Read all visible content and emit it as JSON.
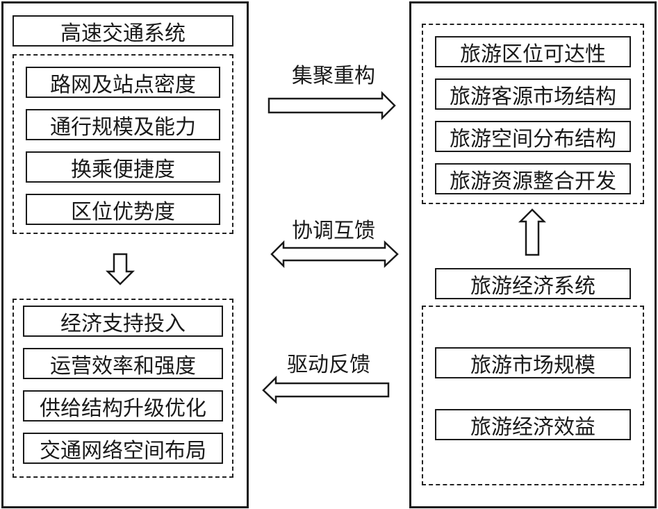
{
  "left_system": {
    "title": "高速交通系统",
    "factors_top": [
      "路网及站点密度",
      "通行规模及能力",
      "换乘便捷度",
      "区位优势度"
    ],
    "factors_bottom": [
      "经济支持投入",
      "运营效率和强度",
      "供给结构升级优化",
      "交通网络空间布局"
    ],
    "internal_arrow_icon": "arrow-down-icon"
  },
  "right_system": {
    "title": "旅游经济系统",
    "factors_top": [
      "旅游区位可达性",
      "旅游客源市场结构",
      "旅游空间分布结构",
      "旅游资源整合开发"
    ],
    "factors_bottom": [
      "旅游市场规模",
      "旅游经济效益"
    ],
    "internal_arrow_icon": "arrow-up-icon"
  },
  "relations": [
    {
      "label": "集聚重构",
      "direction": "right",
      "icon": "arrow-right-icon"
    },
    {
      "label": "协调互馈",
      "direction": "both",
      "icon": "arrow-left-right-icon"
    },
    {
      "label": "驱动反馈",
      "direction": "left",
      "icon": "arrow-left-icon"
    }
  ]
}
